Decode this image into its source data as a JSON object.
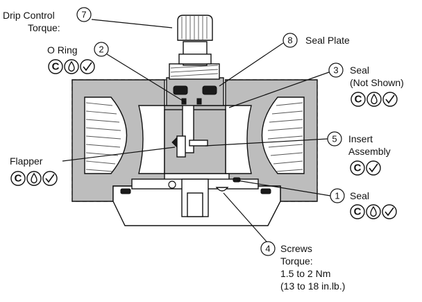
{
  "callouts": [
    {
      "number": "7",
      "lines": [
        "Drip Control",
        "Torque:"
      ],
      "symbols": []
    },
    {
      "number": "2",
      "lines": [
        "O Ring"
      ],
      "symbols": [
        "C",
        "drop",
        "check"
      ]
    },
    {
      "number": "8",
      "lines": [
        "Seal Plate"
      ],
      "symbols": []
    },
    {
      "number": "3",
      "lines": [
        "Seal",
        "(Not Shown)"
      ],
      "symbols": [
        "C",
        "drop",
        "check"
      ]
    },
    {
      "number": "5",
      "lines": [
        "Insert",
        "Assembly"
      ],
      "symbols": [
        "C",
        "check"
      ]
    },
    {
      "number": "1",
      "lines": [
        "Seal"
      ],
      "symbols": [
        "C",
        "drop",
        "check"
      ]
    },
    {
      "number": "4",
      "lines": [
        "Screws",
        "Torque:",
        "1.5 to 2 Nm",
        "(13 to 18 in.lb.)"
      ],
      "symbols": []
    }
  ],
  "flapper": {
    "label": "Flapper",
    "symbols": [
      "C",
      "drop",
      "check"
    ]
  },
  "symbol_icons": {
    "C": "circle-c-icon",
    "drop": "circle-drop-icon",
    "check": "circle-check-icon"
  },
  "colors": {
    "body": "#bdbdbd",
    "outline": "#111111",
    "background": "#ffffff"
  }
}
